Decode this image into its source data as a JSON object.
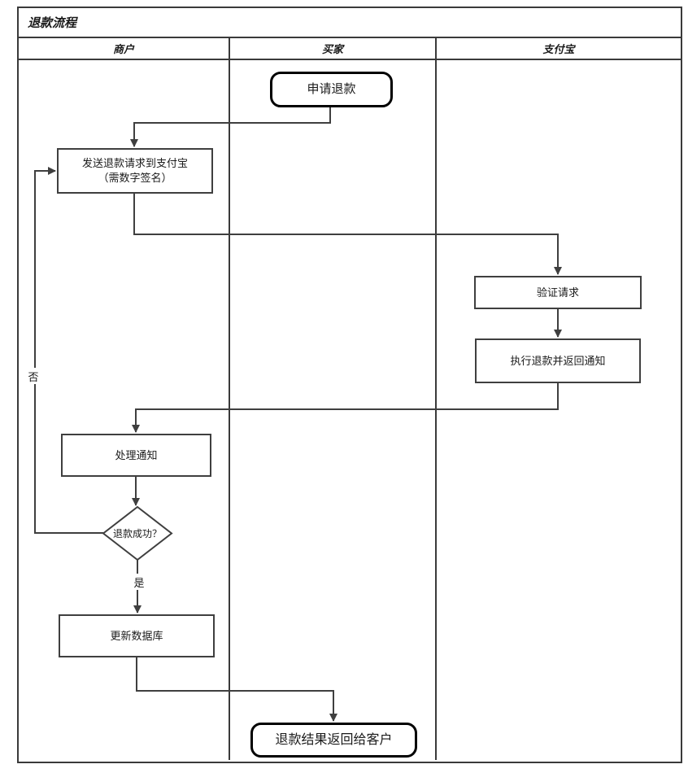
{
  "diagram": {
    "title": "退款流程",
    "lanes": [
      {
        "label": "商户"
      },
      {
        "label": "买家"
      },
      {
        "label": "支付宝"
      }
    ],
    "nodes": {
      "start": {
        "type": "terminator",
        "label": "申请退款",
        "lane": "买家"
      },
      "send_request": {
        "type": "process",
        "line1": "发送退款请求到支付宝",
        "line2": "（需数字签名）",
        "lane": "商户"
      },
      "verify_request": {
        "type": "process",
        "label": "验证请求",
        "lane": "支付宝"
      },
      "execute_refund": {
        "type": "process",
        "label": "执行退款并返回通知",
        "lane": "支付宝"
      },
      "handle_notice": {
        "type": "process",
        "label": "处理通知",
        "lane": "商户"
      },
      "refund_success_decision": {
        "type": "decision",
        "label": "退款成功？",
        "lane": "商户"
      },
      "update_database": {
        "type": "process",
        "label": "更新数据库",
        "lane": "商户"
      },
      "end": {
        "type": "terminator",
        "label": "退款结果返回给客户",
        "lane": "买家"
      }
    },
    "edge_labels": {
      "yes": "是",
      "no": "否"
    },
    "colors": {
      "line": "#3f3f3f",
      "frame_border": "#3a3a3a",
      "terminator_border": "#000000",
      "background": "#ffffff",
      "text": "#1a1a1a"
    }
  }
}
